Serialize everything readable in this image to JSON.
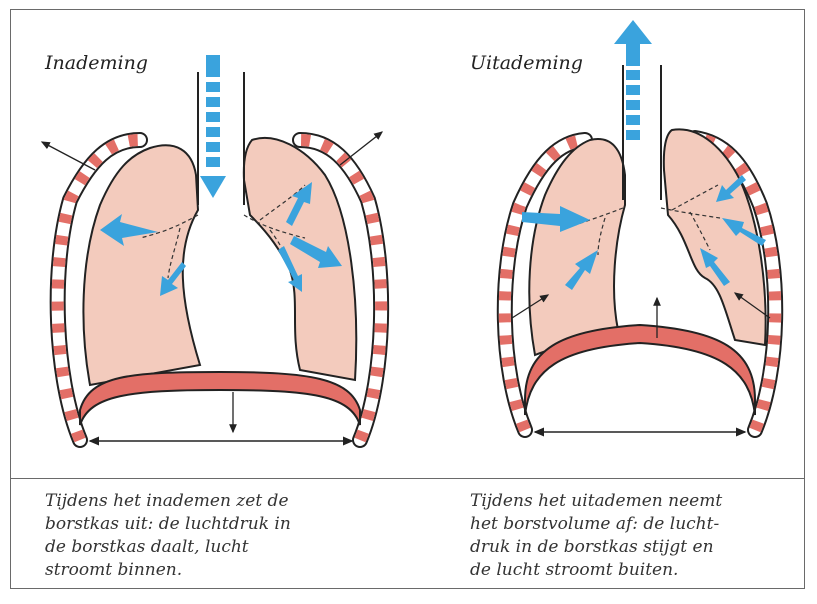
{
  "left_panel": {
    "title": "Inademing",
    "caption_lines": [
      "Tijdens het inademen zet de",
      "borstkas uit: de luchtdruk in",
      "de borstkas daalt, lucht",
      "stroomt binnen."
    ]
  },
  "right_panel": {
    "title": "Uitademing",
    "caption_lines": [
      "Tijdens het uitademen neemt",
      "het borstvolume af: de lucht-",
      "druk in de borstkas stijgt en",
      "de lucht stroomt buiten."
    ]
  },
  "colors": {
    "lung": "#f3cbbd",
    "diaphragm": "#e36f67",
    "rib_red": "#e36f67",
    "arrow_blue": "#3aa3dd",
    "outline": "#222222"
  }
}
